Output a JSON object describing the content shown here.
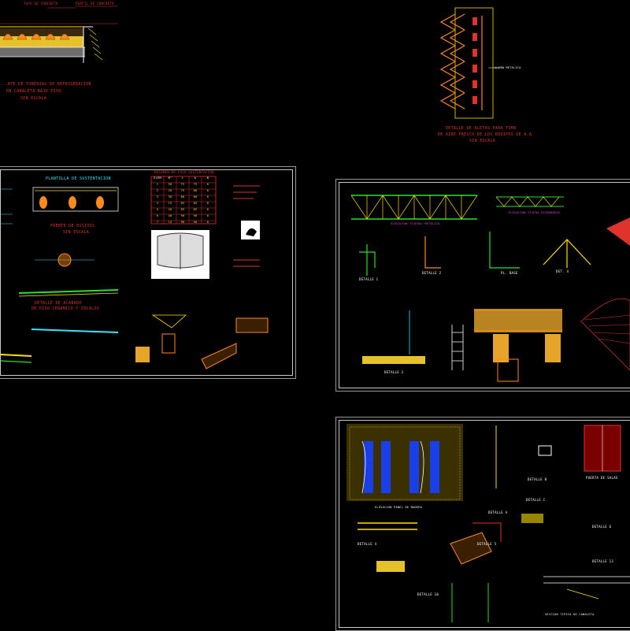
{
  "refrigeration_detail": {
    "caption_line1": "...RTE DE TUBERIAS DE REFRIGERACION",
    "caption_line2": "EN CANALETA BAJO PISO",
    "caption_line3": "SIN ESCALA",
    "top_label_1": "TAPA DE CONCRETO",
    "top_label_2": "PERFIL DE CONCRETO"
  },
  "vent_fins_detail": {
    "caption_line1": "DETALLE DE ALETAS PARA TOMA",
    "caption_line2": "DE AIRE FRESCO DE LOS EQUIPOS DE A.A.",
    "caption_line3": "SIN ESCALA",
    "side_label": "ALETA METALICA"
  },
  "sheet_1": {
    "plan_title": "PLANTILLA DE SUSTENTACION",
    "table_title": "RESUMEN DE CAJA SUSTENTACION",
    "section_label": "FRENTE DE EUSIVOS",
    "section_sublabel": "SIN ESCALA",
    "detail_label": "DETALLE DE ACABADO",
    "detail_sublabel": "DE PISO CERAMICO Y ZOCALOS",
    "table_headers": [
      "ELEM",
      "N°",
      "L",
      "A",
      "B"
    ],
    "table_rows": [
      [
        "1",
        "50",
        "75",
        "75",
        "8"
      ],
      [
        "2",
        "20",
        "75",
        "80",
        "8"
      ],
      [
        "3",
        "30",
        "80",
        "80",
        "8"
      ],
      [
        "4",
        "15",
        "85",
        "85",
        "8"
      ],
      [
        "5",
        "20",
        "85",
        "85",
        "8"
      ],
      [
        "6",
        "40",
        "90",
        "90",
        "8"
      ],
      [
        "7",
        "15",
        "90",
        "90",
        "8"
      ]
    ]
  },
  "sheet_2": {
    "truss_label_1": "ELEVACION TIJERAL METALICO",
    "truss_label_2": "ELEVACION TIJERA SECUNDARIA",
    "detail_labels": [
      "DETALLE 1",
      "DETALLE 2",
      "DETALLE 3",
      "DET. 4",
      "PL. BASE"
    ]
  },
  "sheet_3": {
    "door_label": "PUERTA DE SALAS",
    "elevation_label": "ELEVACION PANEL DE MADERA",
    "detail_labels": [
      "DETALLE A",
      "DETALLE B",
      "DETALLE C",
      "DETALLE 4",
      "DETALLE 5",
      "DETALLE 6",
      "DETALLE 10",
      "DETALLE 13"
    ],
    "bottom_label": "SECCION TIPICA DE CANALETA"
  },
  "colors": {
    "background": "#000000",
    "red": "#e0332b",
    "yellow": "#ffe000",
    "cyan": "#35e4ff",
    "magenta": "#ff36ff",
    "green": "#29e129",
    "frame": "#9a9a9a"
  }
}
